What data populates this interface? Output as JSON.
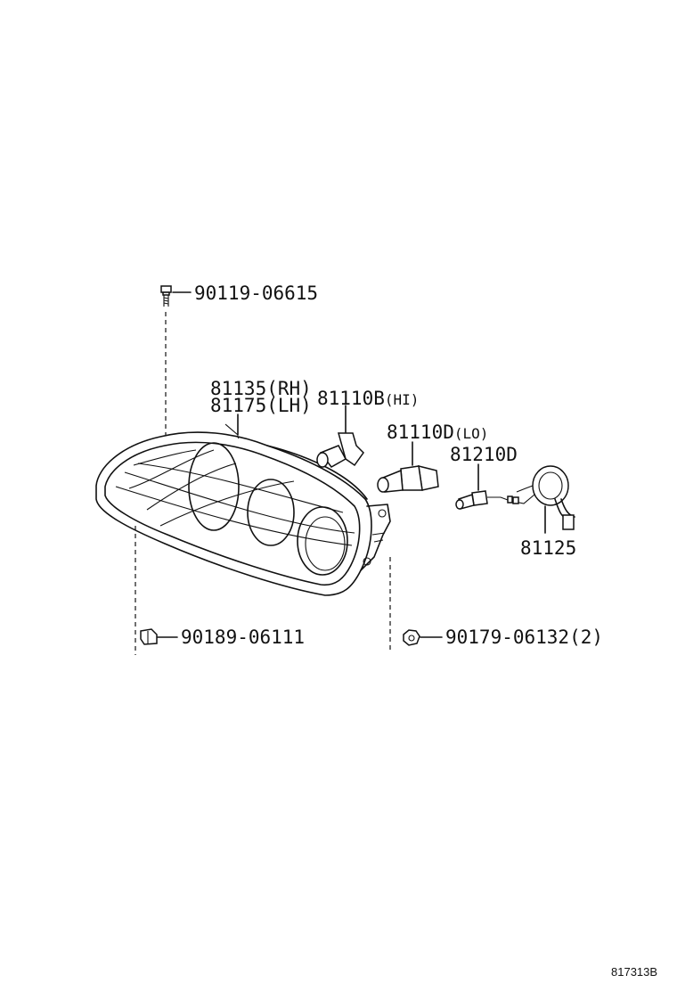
{
  "diagram": {
    "ref_code": "817313B",
    "parts": [
      {
        "part_no": "90119-06615",
        "suffix": ""
      },
      {
        "part_no": "81135",
        "suffix": "(RH)"
      },
      {
        "part_no": "81175",
        "suffix": "(LH)"
      },
      {
        "part_no": "81110B",
        "suffix": "(HI)"
      },
      {
        "part_no": "81110D",
        "suffix": "(LO)"
      },
      {
        "part_no": "81210D",
        "suffix": ""
      },
      {
        "part_no": "81125",
        "suffix": ""
      },
      {
        "part_no": "90189-06111",
        "suffix": ""
      },
      {
        "part_no": "90179-06132",
        "suffix": "(2)"
      }
    ]
  }
}
